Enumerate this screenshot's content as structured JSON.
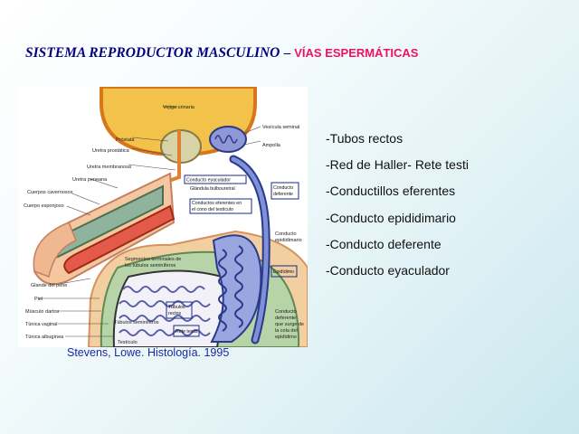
{
  "slide": {
    "title_main": "SISTEMA REPRODUCTOR MASCULINO",
    "title_dash": "–",
    "title_sub": "VÍAS ESPERMÁTICAS",
    "caption": "Stevens, Lowe. Histología. 1995",
    "bullets": [
      "-Tubos rectos",
      "-Red de Haller- Rete testi",
      "-Conductillos eferentes",
      "-Conducto epididimario",
      "-Conducto deferente",
      "-Conducto eyaculador"
    ]
  },
  "figure_labels": {
    "vejiga": "Vejiga urinaria",
    "vesicula": "Vesícula seminal",
    "ampolla": "Ampolla",
    "prostata": "Próstata",
    "uretra_prostatica": "Uretra prostática",
    "uretra_membranosa": "Uretra membranosa",
    "uretra_peneana": "Uretra peneana",
    "cuerpos_cavernosos": "Cuerpos cavernosos",
    "cuerpo_esponjoso": "Cuerpo esponjoso",
    "conducto_eyaculador": "Conducto eyaculador",
    "glandula_bulbouretral": "Glándula bulbouretral",
    "conductos_eferentes_a": "Conductos eferentes en",
    "conductos_eferentes_b": "el cono del testículo",
    "conducto_deferente_a": "Conducto",
    "conducto_deferente_b": "deferente",
    "conducto_epididimario_a": "Conducto",
    "conducto_epididimario_b": "epididimario",
    "segmentos_a": "Segmentos terminales de",
    "segmentos_b": "los túbulos seminíferos",
    "epididimo": "Epidídimo",
    "glande": "Glande del pene",
    "piel": "Piel",
    "musculo_dartos": "Músculo dartos",
    "tunica_vaginal": "Túnica vaginal",
    "tunica_albuginea": "Túnica albugínea",
    "tubulos_seminiferos": "Túbulos seminíferos",
    "tubulos_rectos_a": "Túbulos",
    "tubulos_rectos_b": "rectos",
    "rete_testis": "Rete testis",
    "testiculo": "Testículo",
    "cola_a": "Conducto",
    "cola_b": "deferente",
    "cola_c": "que surge de",
    "cola_d": "la cola del",
    "cola_e": "epidídimo"
  }
}
